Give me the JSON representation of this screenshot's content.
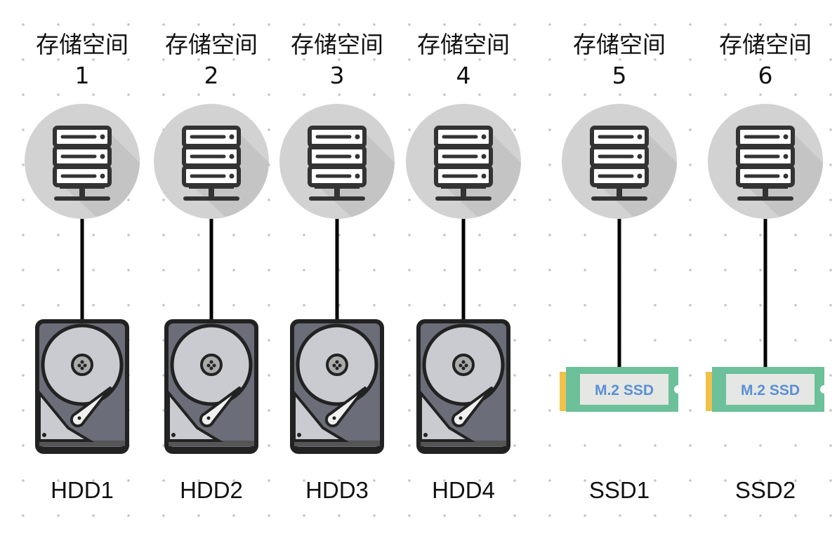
{
  "columns": [
    {
      "title": "存储空间",
      "number": "1",
      "device": "hdd",
      "label": "HDD1"
    },
    {
      "title": "存储空间",
      "number": "2",
      "device": "hdd",
      "label": "HDD2"
    },
    {
      "title": "存储空间",
      "number": "3",
      "device": "hdd",
      "label": "HDD3"
    },
    {
      "title": "存储空间",
      "number": "4",
      "device": "hdd",
      "label": "HDD4"
    },
    {
      "title": "存储空间",
      "number": "5",
      "device": "ssd",
      "label": "SSD1",
      "chip_text": "M.2 SSD"
    },
    {
      "title": "存储空间",
      "number": "6",
      "device": "ssd",
      "label": "SSD2",
      "chip_text": "M.2 SSD"
    }
  ],
  "colors": {
    "server_circle": "#d2d2d2",
    "icon_dark": "#333333",
    "hdd_body": "#6b6e78",
    "hdd_platter": "#c9cbd1",
    "ssd_board": "#6cc09a",
    "ssd_connector": "#f0c24a",
    "ssd_text": "#5b8fd4"
  }
}
